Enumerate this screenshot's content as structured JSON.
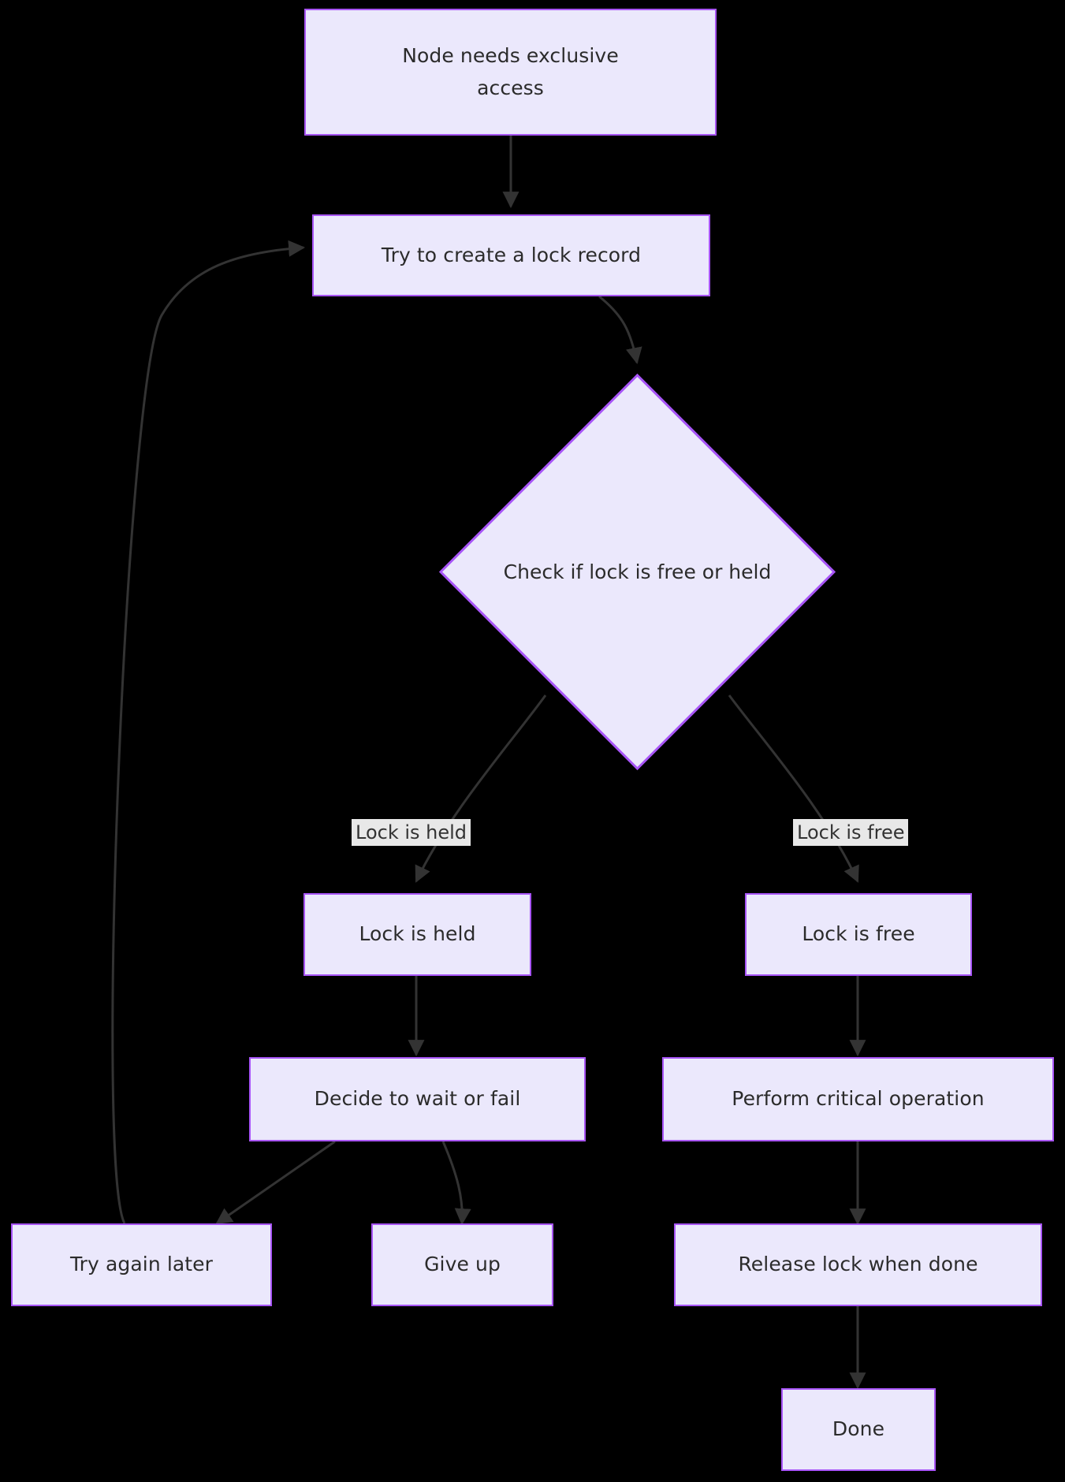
{
  "diagram": {
    "type": "flowchart",
    "direction": "top-down",
    "background_color": "#000000",
    "node_fill": "#ebe8fc",
    "node_border": "#a855f7",
    "node_text_color": "#2b2b2b",
    "edge_color": "#333333",
    "edge_label_bg": "#e8e8e8",
    "nodes": [
      {
        "id": "start",
        "shape": "rect",
        "label": "Node needs exclusive\naccess"
      },
      {
        "id": "create",
        "shape": "rect",
        "label": "Try to create a lock record"
      },
      {
        "id": "check",
        "shape": "diamond",
        "label": "Check if lock is free or held"
      },
      {
        "id": "held",
        "shape": "rect",
        "label": "Lock is held"
      },
      {
        "id": "free",
        "shape": "rect",
        "label": "Lock is free"
      },
      {
        "id": "decide",
        "shape": "rect",
        "label": "Decide to wait or fail"
      },
      {
        "id": "perform",
        "shape": "rect",
        "label": "Perform critical operation"
      },
      {
        "id": "retry",
        "shape": "rect",
        "label": "Try again later"
      },
      {
        "id": "giveup",
        "shape": "rect",
        "label": "Give up"
      },
      {
        "id": "release",
        "shape": "rect",
        "label": "Release lock when done"
      },
      {
        "id": "done",
        "shape": "rect",
        "label": "Done"
      }
    ],
    "edges": [
      {
        "from": "start",
        "to": "create",
        "label": ""
      },
      {
        "from": "create",
        "to": "check",
        "label": ""
      },
      {
        "from": "check",
        "to": "held",
        "label": "Lock is held"
      },
      {
        "from": "check",
        "to": "free",
        "label": "Lock is free"
      },
      {
        "from": "held",
        "to": "decide",
        "label": ""
      },
      {
        "from": "free",
        "to": "perform",
        "label": ""
      },
      {
        "from": "decide",
        "to": "retry",
        "label": ""
      },
      {
        "from": "decide",
        "to": "giveup",
        "label": ""
      },
      {
        "from": "retry",
        "to": "create",
        "label": ""
      },
      {
        "from": "perform",
        "to": "release",
        "label": ""
      },
      {
        "from": "release",
        "to": "done",
        "label": ""
      }
    ],
    "edge_labels": [
      {
        "id": "lbl-held",
        "text": "Lock is held"
      },
      {
        "id": "lbl-free",
        "text": "Lock is free"
      }
    ]
  }
}
